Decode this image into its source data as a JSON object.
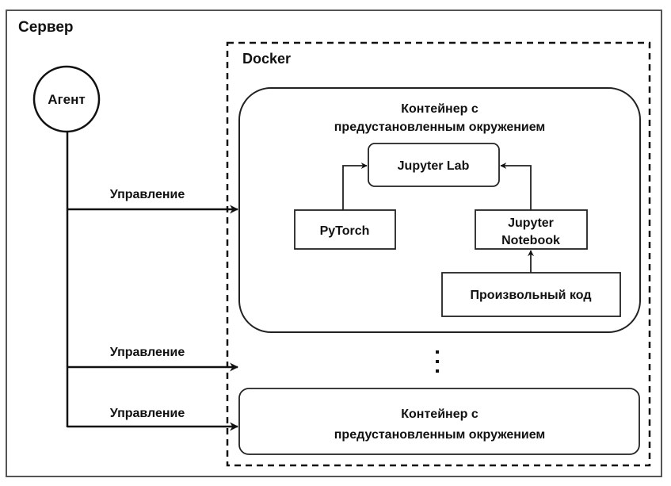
{
  "server": {
    "label": "Сервер"
  },
  "agent": {
    "label": "Агент"
  },
  "docker": {
    "label": "Docker"
  },
  "container_main": {
    "title_line1": "Контейнер с",
    "title_line2": "предустановленным окружением",
    "jupyter_lab": "Jupyter Lab",
    "pytorch": "PyTorch",
    "jupyter_notebook_line1": "Jupyter",
    "jupyter_notebook_line2": "Notebook",
    "arbitrary_code": "Произвольный код"
  },
  "ellipsis": "⋮",
  "container_secondary": {
    "title_line1": "Контейнер с",
    "title_line2": "предустановленным окружением"
  },
  "control_edges": [
    {
      "label": "Управление",
      "target": "container_main"
    },
    {
      "label": "Управление",
      "target": "ellipsis"
    },
    {
      "label": "Управление",
      "target": "container_secondary"
    }
  ]
}
